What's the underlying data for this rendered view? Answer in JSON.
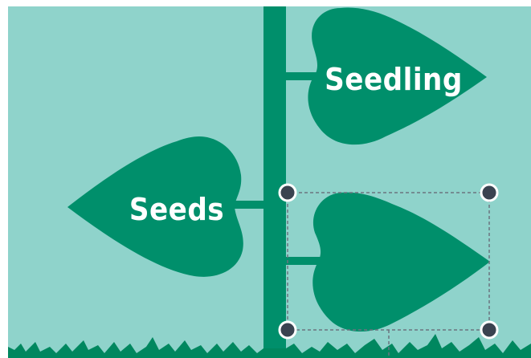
{
  "canvas": {
    "background_color": "#8fd3cb",
    "plant_color": "#008f6b",
    "grass_color": "#00875f",
    "selection_handle_color": "#3a4350"
  },
  "leaves": [
    {
      "id": "seedling",
      "label": "Seedling"
    },
    {
      "id": "seeds",
      "label": "Seeds"
    },
    {
      "id": "selected",
      "label": ""
    }
  ],
  "selection": {
    "target": "selected-leaf",
    "handles": [
      "top-left",
      "top-right",
      "bottom-left",
      "bottom-right"
    ]
  }
}
